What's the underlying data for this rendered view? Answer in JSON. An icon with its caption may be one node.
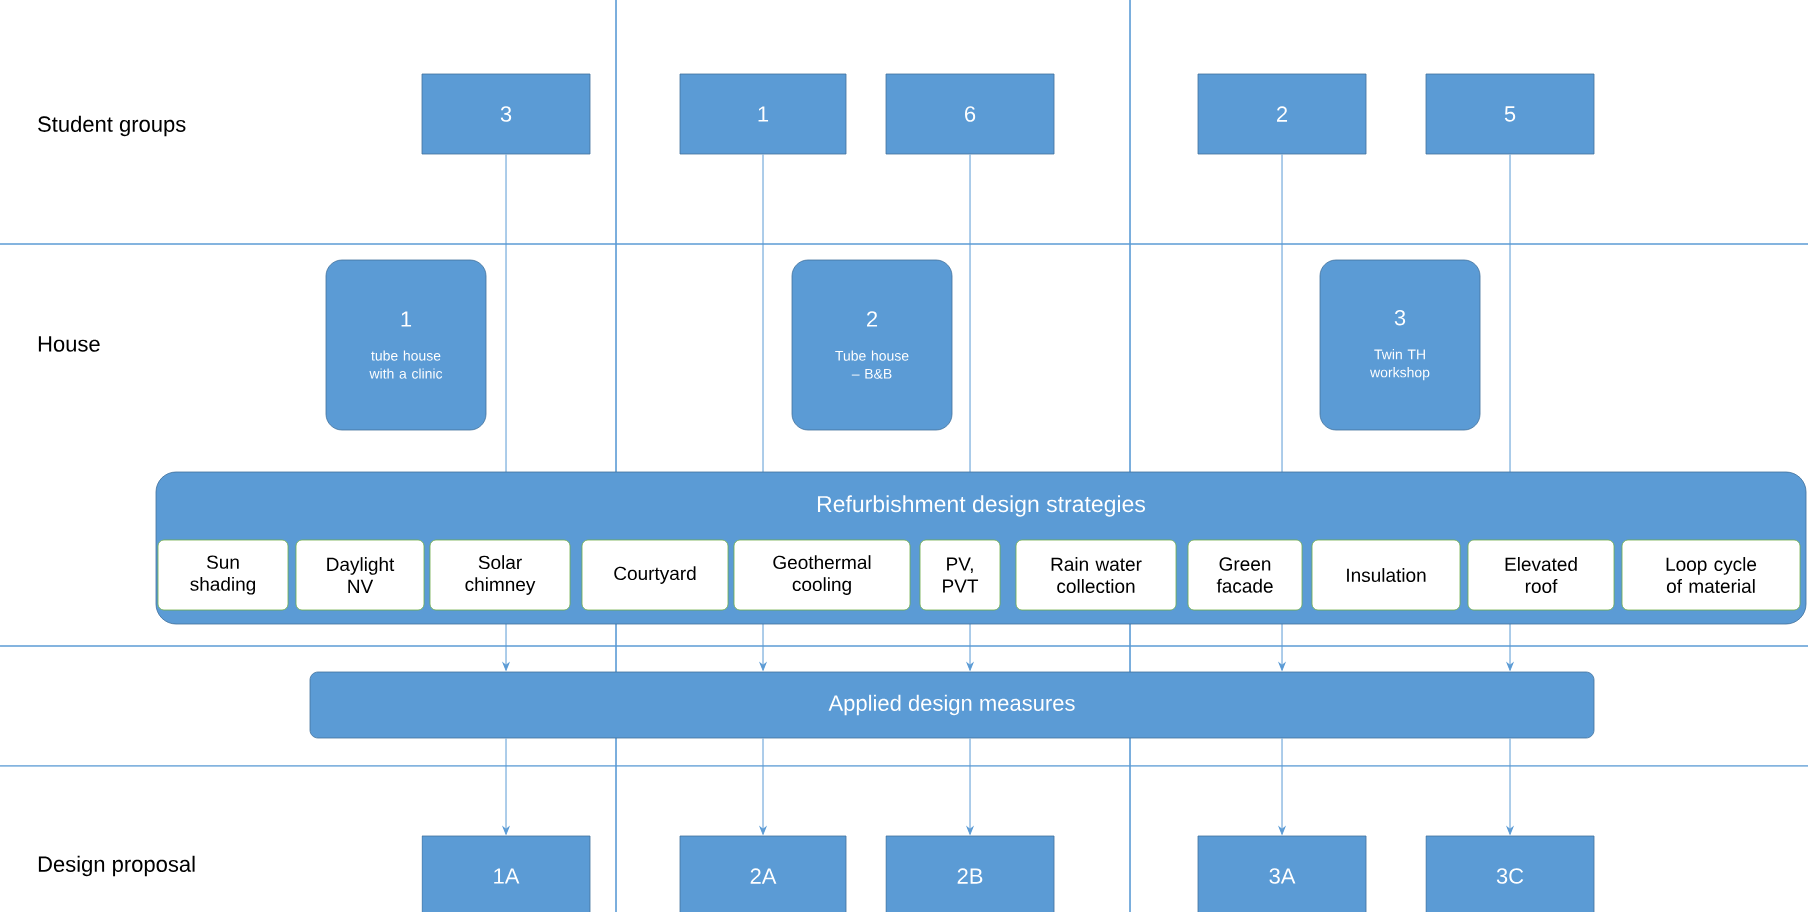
{
  "diagram": {
    "nodes": [
      {
        "text": [
          "3"
        ]
      },
      {
        "text": [
          "1"
        ]
      },
      {
        "text": [
          "6"
        ]
      },
      {
        "text": [
          "2"
        ]
      },
      {
        "text": [
          "5"
        ]
      },
      {
        "text": [
          "1",
          "tube house with a clinic"
        ]
      },
      {
        "text": [
          "2",
          "Tube house – B&B"
        ]
      },
      {
        "text": [
          "3",
          "Twin TH workshop"
        ]
      },
      {
        "text": [
          "Refurbishment design strategies"
        ]
      },
      {
        "text": [
          "Sun shading"
        ],
        "in": 8
      },
      {
        "text": [
          "Daylight NV"
        ],
        "in": 8
      },
      {
        "text": [
          "Solar chimney"
        ],
        "in": 8
      },
      {
        "text": [
          "Courtyard"
        ],
        "in": 8
      },
      {
        "text": [
          "Geothermal cooling"
        ],
        "in": 8
      },
      {
        "text": [
          "PV, PVT"
        ],
        "in": 8
      },
      {
        "text": [
          "Rain water collection"
        ],
        "in": 8
      },
      {
        "text": [
          "Green facade"
        ],
        "in": 8
      },
      {
        "text": [
          "Insulation"
        ],
        "in": 8
      },
      {
        "text": [
          "Elevated roof"
        ],
        "in": 8
      },
      {
        "text": [
          "Loop cycle of material"
        ],
        "in": 8
      },
      {
        "text": [
          "Applied design measures"
        ]
      },
      {
        "text": [
          "1A"
        ]
      },
      {
        "text": [
          "2A"
        ]
      },
      {
        "text": [
          "2B"
        ]
      },
      {
        "text": [
          "3A"
        ]
      },
      {
        "text": [
          "3C"
        ]
      }
    ],
    "edges": [
      {
        "from": 0,
        "to": 20,
        "arrow": "to"
      },
      {
        "from": 1,
        "to": 20,
        "arrow": "to"
      },
      {
        "from": 2,
        "to": 20,
        "arrow": "to"
      },
      {
        "from": 3,
        "to": 20,
        "arrow": "to"
      },
      {
        "from": 4,
        "to": 20,
        "arrow": "to"
      },
      {
        "from": 20,
        "to": 21,
        "arrow": "to"
      },
      {
        "from": 20,
        "to": 22,
        "arrow": "to"
      },
      {
        "from": 20,
        "to": 23,
        "arrow": "to"
      },
      {
        "from": 20,
        "to": 24,
        "arrow": "to"
      },
      {
        "from": 20,
        "to": 25,
        "arrow": "to"
      }
    ],
    "labels": [
      "Student groups",
      "House",
      "Design proposal"
    ]
  }
}
